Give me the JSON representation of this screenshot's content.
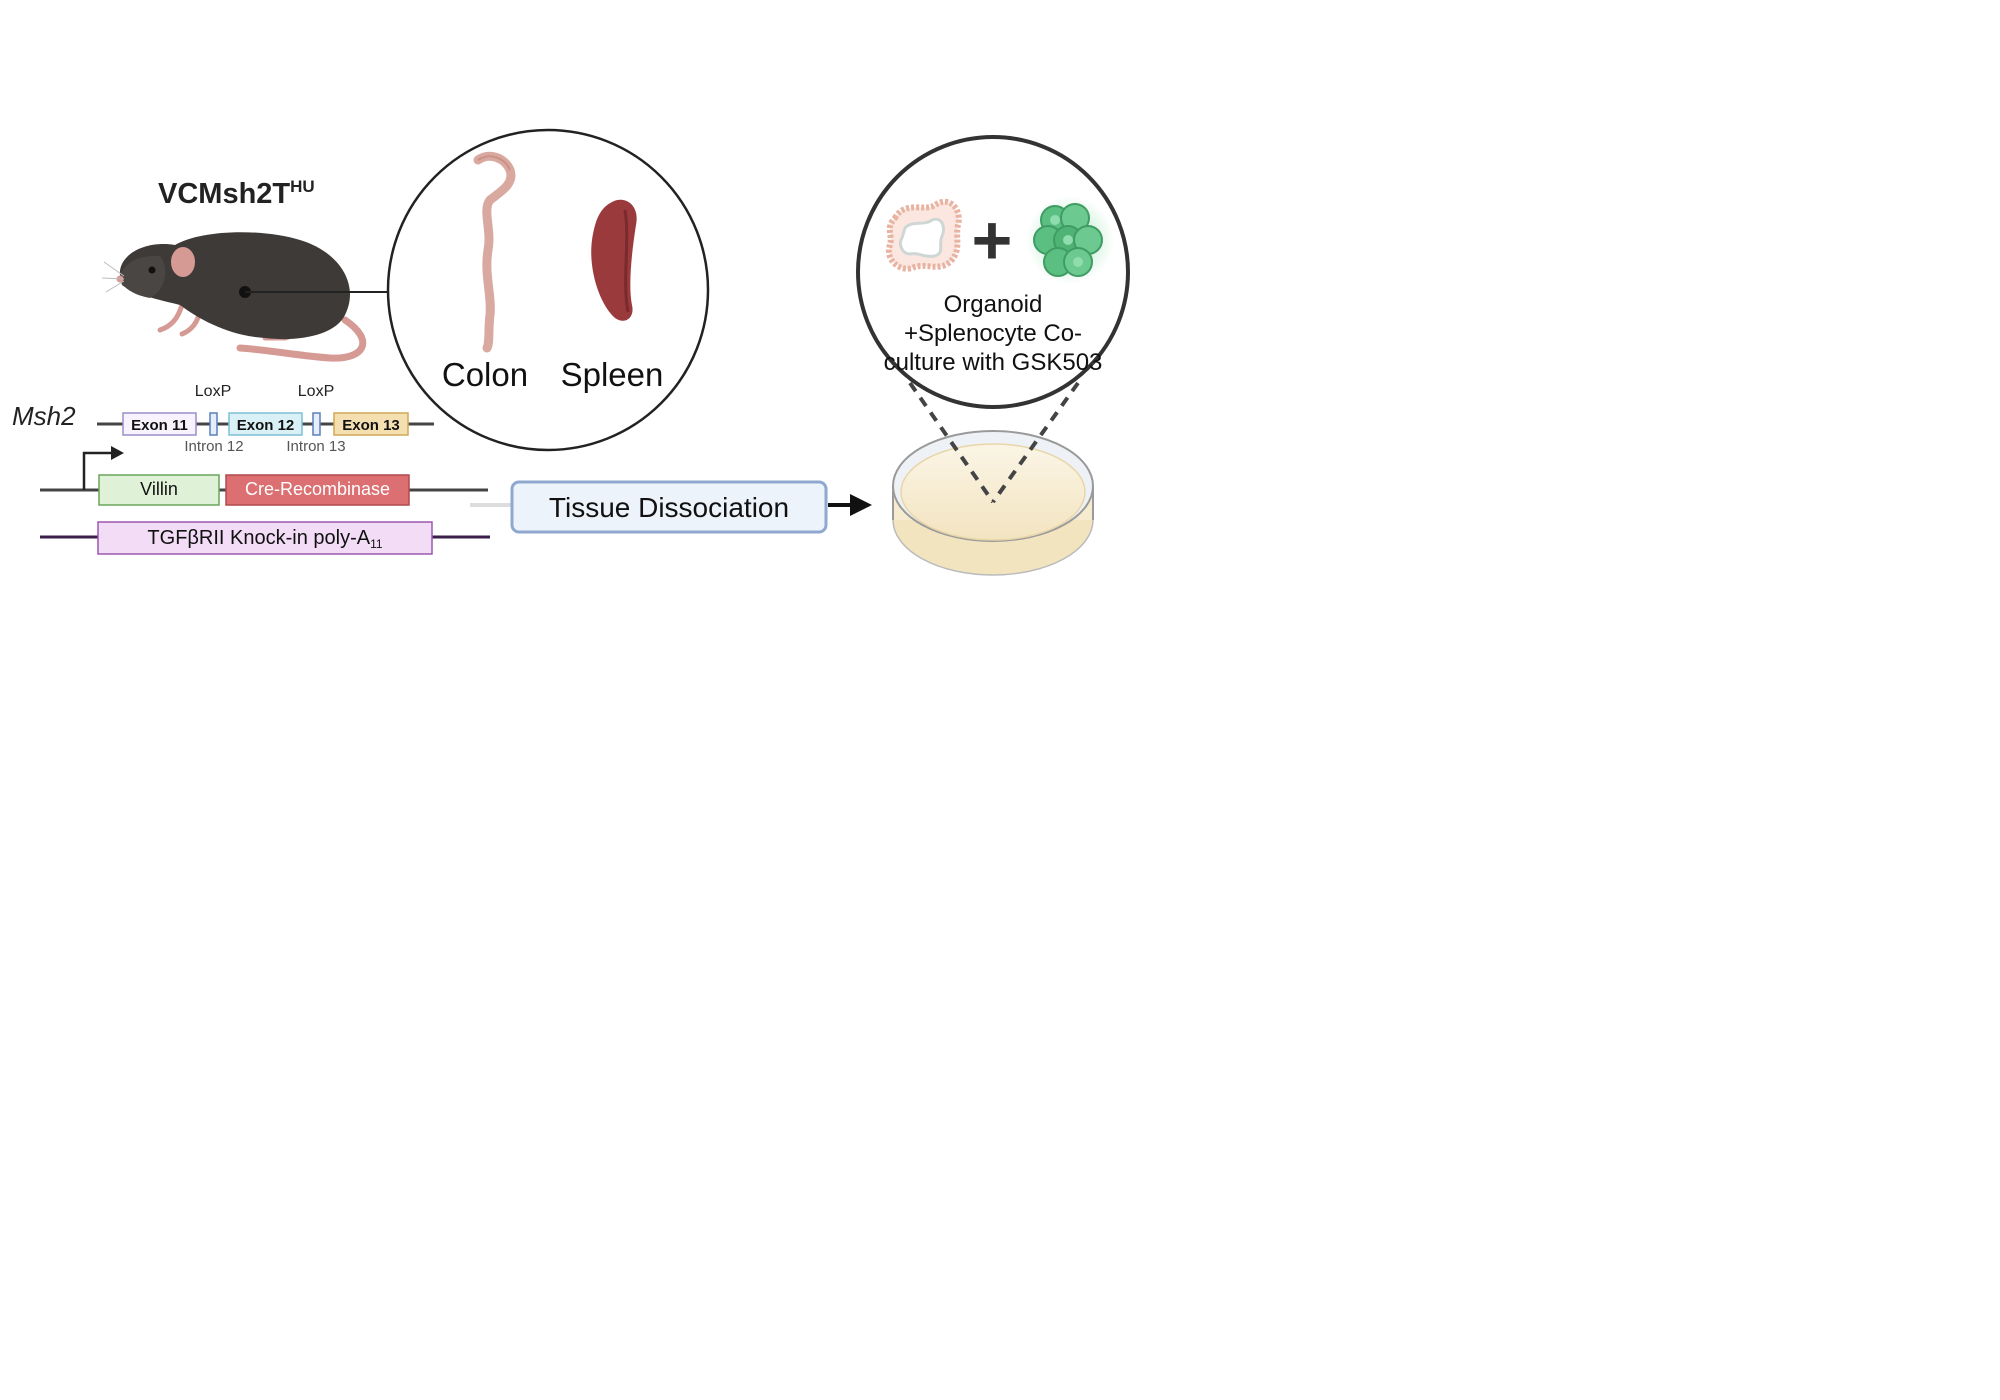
{
  "mouse": {
    "title_main": "VCMsh2T",
    "title_sup": "HU"
  },
  "tissues": {
    "colon_label": "Colon",
    "spleen_label": "Spleen"
  },
  "gene": {
    "name": "Msh2",
    "exon11": "Exon 11",
    "exon12": "Exon 12",
    "exon13": "Exon 13",
    "loxp_1": "LoxP",
    "loxp_2": "LoxP",
    "intron12": "Intron 12",
    "intron13": "Intron 13"
  },
  "construct": {
    "villin": "Villin",
    "cre": "Cre-Recombinase",
    "tgf_main": "TGFβRII Knock-in poly-A",
    "tgf_sub": "11"
  },
  "process": {
    "dissociation": "Tissue Dissociation"
  },
  "culture": {
    "line1": "Organoid",
    "line2": "+Splenocyte Co-",
    "line3": "culture with GSK503"
  },
  "colors": {
    "mouse_body": "#3d3a38",
    "mouse_pink": "#d59a94",
    "colon": "#d9a9a0",
    "spleen": "#9a3a3c",
    "villin_fill": "#dff2d8",
    "cre_fill": "#db6f72",
    "tgf_fill": "#f3dcf6",
    "tgf_line": "#3a1f4a",
    "exon11_fill": "#f7f2fc",
    "exon12_fill": "#d9f0f7",
    "exon13_fill": "#f4dfb0",
    "dissociation_fill": "#edf3fa",
    "dissociation_border": "#8fa8cf",
    "dish_media": "#f7ecd2",
    "organoid": "#e8b3a3",
    "splenocyte": "#5bbf82"
  }
}
